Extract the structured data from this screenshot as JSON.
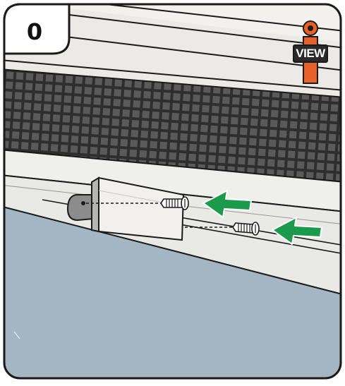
{
  "step": {
    "number": "0"
  },
  "view_badge": {
    "label": "VIEW",
    "icon": "info-icon",
    "color": "#e8612b"
  },
  "arrows": {
    "color": "#1a9a4a",
    "count": 2
  },
  "colors": {
    "mesh": "#3a3a3a",
    "frame": "#e8e8e6",
    "wall": "#a4b5c4",
    "outline": "#1a1a1a"
  }
}
